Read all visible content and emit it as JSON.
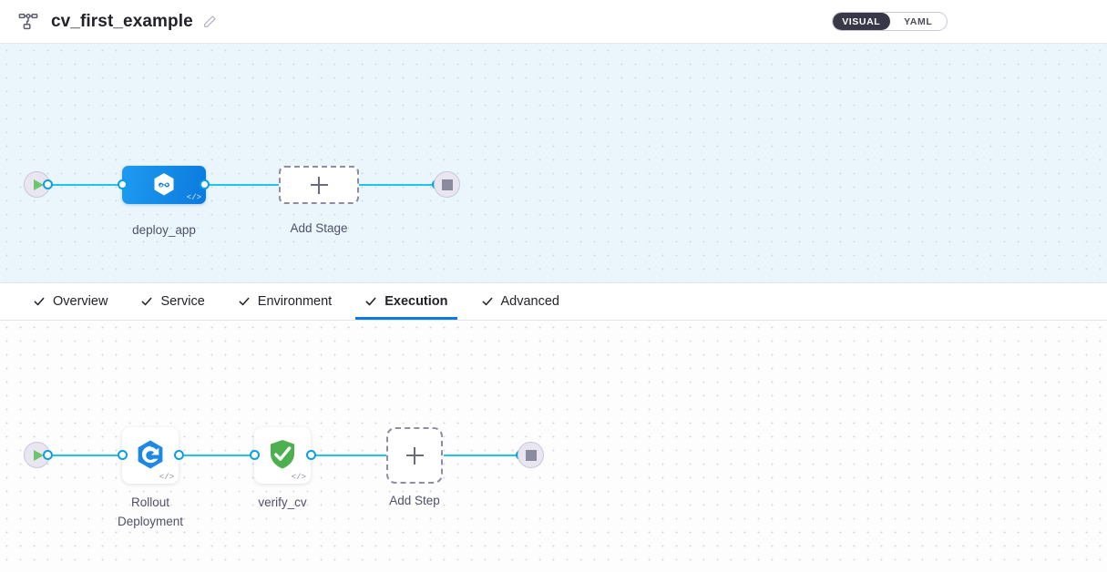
{
  "header": {
    "icon": "pipeline-graph-icon",
    "title": "cv_first_example",
    "edit_icon": "pencil-edit-icon",
    "mode_toggle": {
      "options": [
        {
          "label": "VISUAL",
          "active": true
        },
        {
          "label": "YAML",
          "active": false
        }
      ]
    }
  },
  "accent_colors": {
    "edge": "#22c4ec",
    "port": "#0a9fe0",
    "active_tab_underline": "#0b7ade",
    "stage_node_blue": "#0b7ade",
    "verify_green": "#4caf50",
    "start_play_green": "#6cc66c",
    "stop_square_grey": "#8b8ba0",
    "stage_canvas_bg": "#eaf6fb",
    "exec_canvas_bg": "#fdfdfd",
    "toggle_active_bg": "#383848"
  },
  "stage_canvas": {
    "name": "pipeline-stage-graph",
    "start_node": {
      "name": "start-node",
      "icon": "play-icon"
    },
    "end_node": {
      "name": "end-node",
      "icon": "stop-icon"
    },
    "nodes": [
      {
        "id": "deploy_app",
        "label": "deploy_app",
        "icon": "harness-hexagon-infinity-icon",
        "badge": "</>",
        "type": "stage"
      }
    ],
    "add_stage": {
      "label": "Add Stage",
      "icon": "plus-icon"
    }
  },
  "tabs": [
    {
      "label": "Overview",
      "icon": "check-icon",
      "active": false
    },
    {
      "label": "Service",
      "icon": "check-icon",
      "active": false
    },
    {
      "label": "Environment",
      "icon": "check-icon",
      "active": false
    },
    {
      "label": "Execution",
      "icon": "check-icon",
      "active": true
    },
    {
      "label": "Advanced",
      "icon": "check-icon",
      "active": false
    }
  ],
  "execution_canvas": {
    "name": "execution-step-graph",
    "start_node": {
      "name": "start-node",
      "icon": "play-icon"
    },
    "end_node": {
      "name": "end-node",
      "icon": "stop-icon"
    },
    "steps": [
      {
        "id": "rollout_deployment",
        "label": "Rollout\nDeployment",
        "icon": "rollout-deployment-icon",
        "badge": "</>"
      },
      {
        "id": "verify_cv",
        "label": "verify_cv",
        "icon": "shield-check-icon",
        "badge": "</>"
      }
    ],
    "add_step": {
      "label": "Add Step",
      "icon": "plus-icon"
    }
  }
}
